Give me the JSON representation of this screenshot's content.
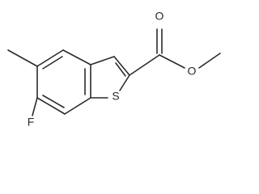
{
  "molecule": {
    "atoms": {
      "sulfur": "S",
      "fluorine": "F",
      "carbonyl_oxygen": "O",
      "ester_oxygen": "O"
    }
  }
}
